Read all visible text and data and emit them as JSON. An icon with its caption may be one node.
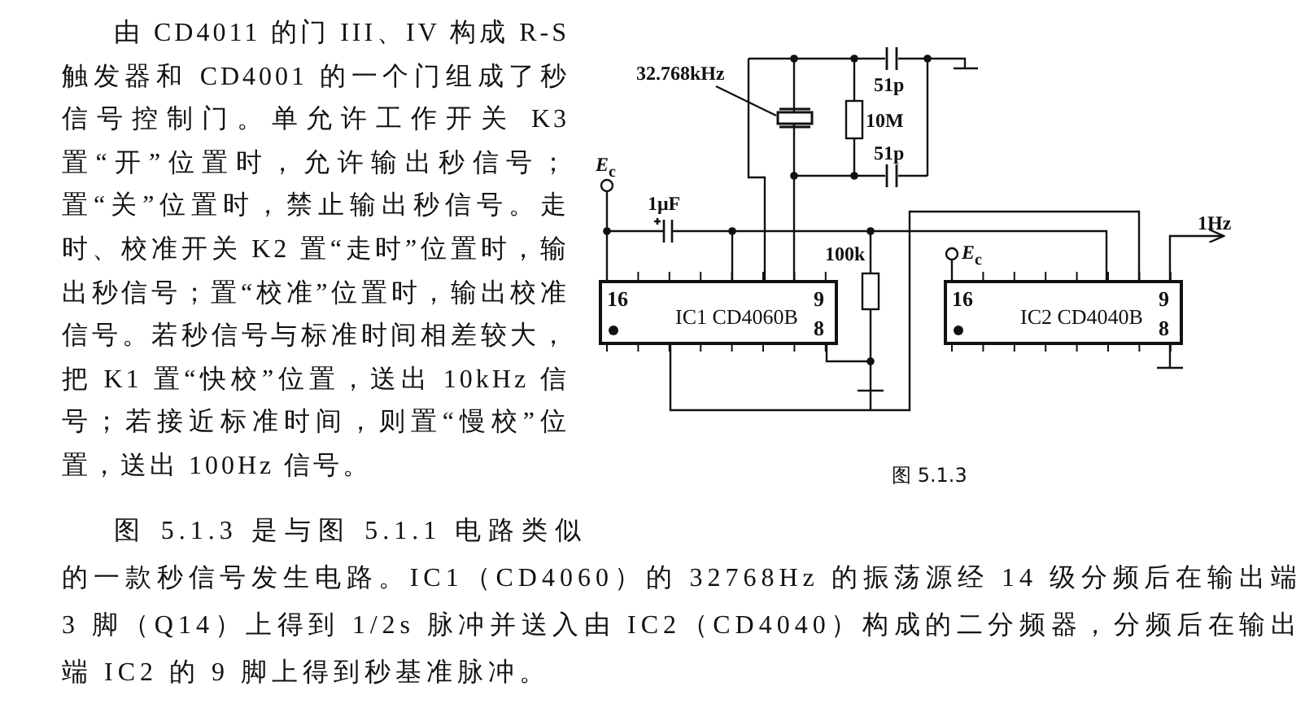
{
  "diagram": {
    "caption": "图 5.1.3",
    "nodes": [
      {
        "text": [
          "16",
          "IC1 CD4060B",
          "9",
          "8"
        ]
      },
      {
        "text": [
          "16",
          "IC2 CD4040B",
          "9",
          "8"
        ]
      },
      {
        "text": [
          "32.768kHz"
        ]
      },
      {
        "text": [],
        "shape": "box"
      },
      {
        "text": [
          "1Hz"
        ]
      }
    ],
    "edges": [
      {
        "from": 0,
        "to": 1,
        "arrow": "none"
      },
      {
        "from": 1,
        "to": 4,
        "arrow": "to"
      },
      {
        "from": 2,
        "to": 3,
        "arrow": "none"
      }
    ],
    "labels": [
      "由 CD4011 的门 III、IV 构成 R-S 触发器和 CD4001 的一个门组成了秒信号控制门。单允许工作开关 K3 置“开”位置时，允许输出秒信号；置“关”位置时，禁止输出秒信号。走时、校准开关 K2 置“走时”位置时，输出秒信号；置“校准”位置时，输出校准信号。若秒信号与标准时间相差较大，把 K1 置“快校”位置，送出 10kHz 信号；若接近标准时间，则置“慢校”位置，送出 100Hz 信号。",
      "图 5.1.3 是与图 5.1.1 电路类似的一款秒信号发生电路。IC1（CD4060）的 32768Hz 的振荡源经 14 级分频后在输出端 3 脚（Q14）上得到 1/2s 脉冲并送入由 IC2（CD4040）构成的二分频器，分频后在输出端 IC2 的 9 脚上得到秒基准脉冲。",
      "51p",
      "10M",
      "51p",
      "*E*$_{c}$",
      "1μF",
      "100k",
      "*E*$_{c}$"
    ]
  }
}
